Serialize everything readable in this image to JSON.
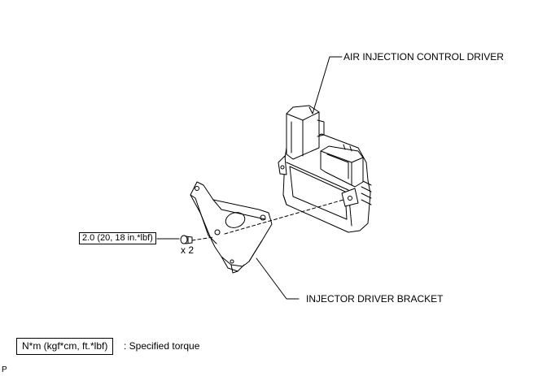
{
  "callouts": {
    "driver": "AIR INJECTION CONTROL DRIVER",
    "bracket": "INJECTOR DRIVER BRACKET"
  },
  "torque": {
    "value": "2.0 (20, 18 in.*lbf)",
    "quantity": "x 2"
  },
  "legend": {
    "unit_box": "N*m (kgf*cm, ft.*lbf)",
    "description": ": Specified torque"
  },
  "corner_mark": "P"
}
